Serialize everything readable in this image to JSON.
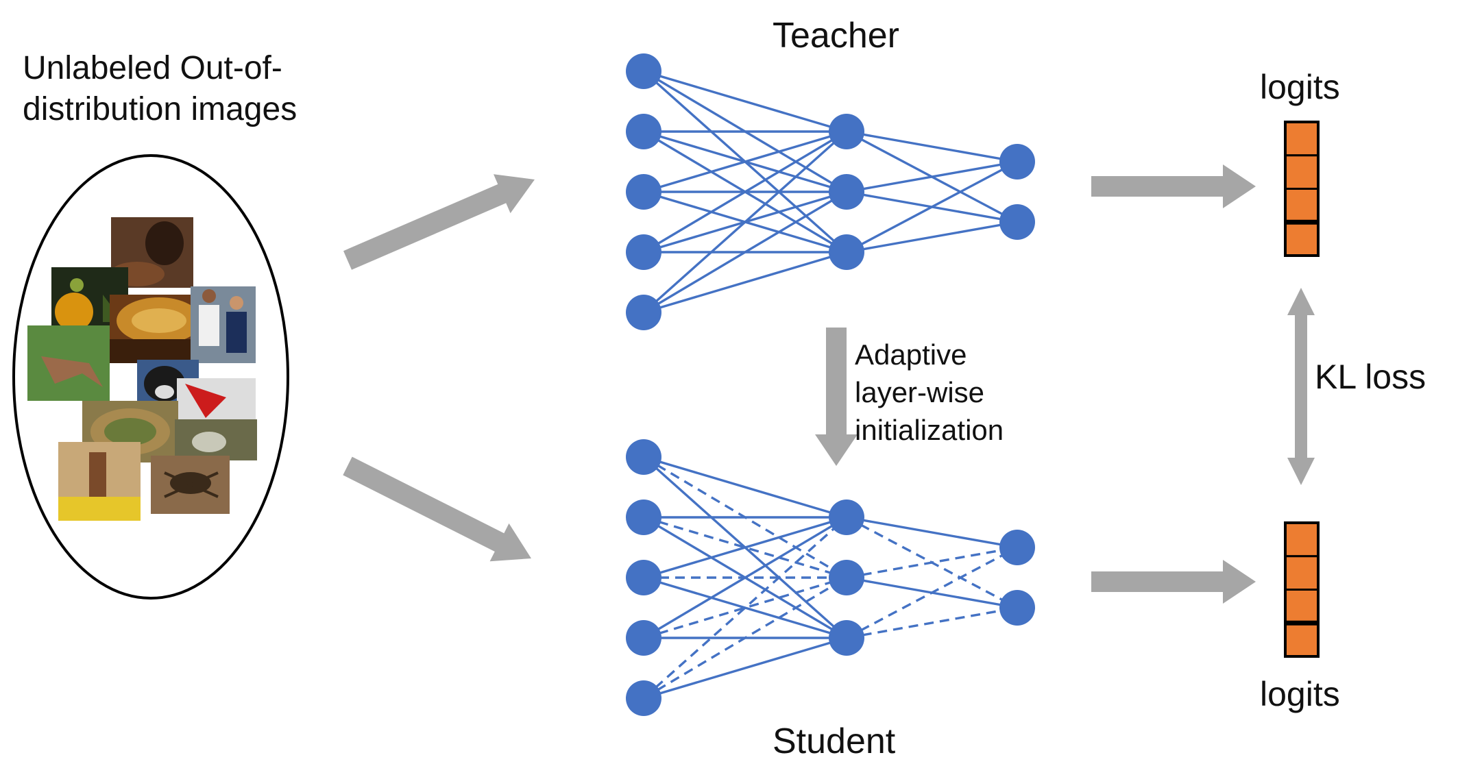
{
  "labels": {
    "input_line1": "Unlabeled Out-of-",
    "input_line2": "distribution images",
    "teacher": "Teacher",
    "student": "Student",
    "logits_top": "logits",
    "logits_bottom": "logits",
    "kl_loss": "KL loss",
    "init_line1": "Adaptive",
    "init_line2": "layer-wise",
    "init_line3": "initialization"
  },
  "colors": {
    "node": "#4472C4",
    "edge": "#4472C4",
    "arrow": "#A6A6A6",
    "logit_fill": "#ED7D31",
    "outline": "#000000"
  },
  "networks": {
    "teacher": {
      "layers": [
        5,
        3,
        2
      ],
      "dashed_edges_layer1": [],
      "dashed_edges_layer2": []
    },
    "student": {
      "layers": [
        5,
        3,
        2
      ],
      "dashed_edges_layer1": [
        [
          0,
          1
        ],
        [
          1,
          1
        ],
        [
          2,
          1
        ],
        [
          3,
          1
        ],
        [
          4,
          0
        ],
        [
          4,
          1
        ]
      ],
      "dashed_edges_layer2": [
        [
          0,
          1
        ],
        [
          1,
          0
        ],
        [
          2,
          0
        ],
        [
          2,
          1
        ]
      ]
    }
  },
  "logit_cells": 4,
  "image_collage_icon": "collage-of-photos"
}
